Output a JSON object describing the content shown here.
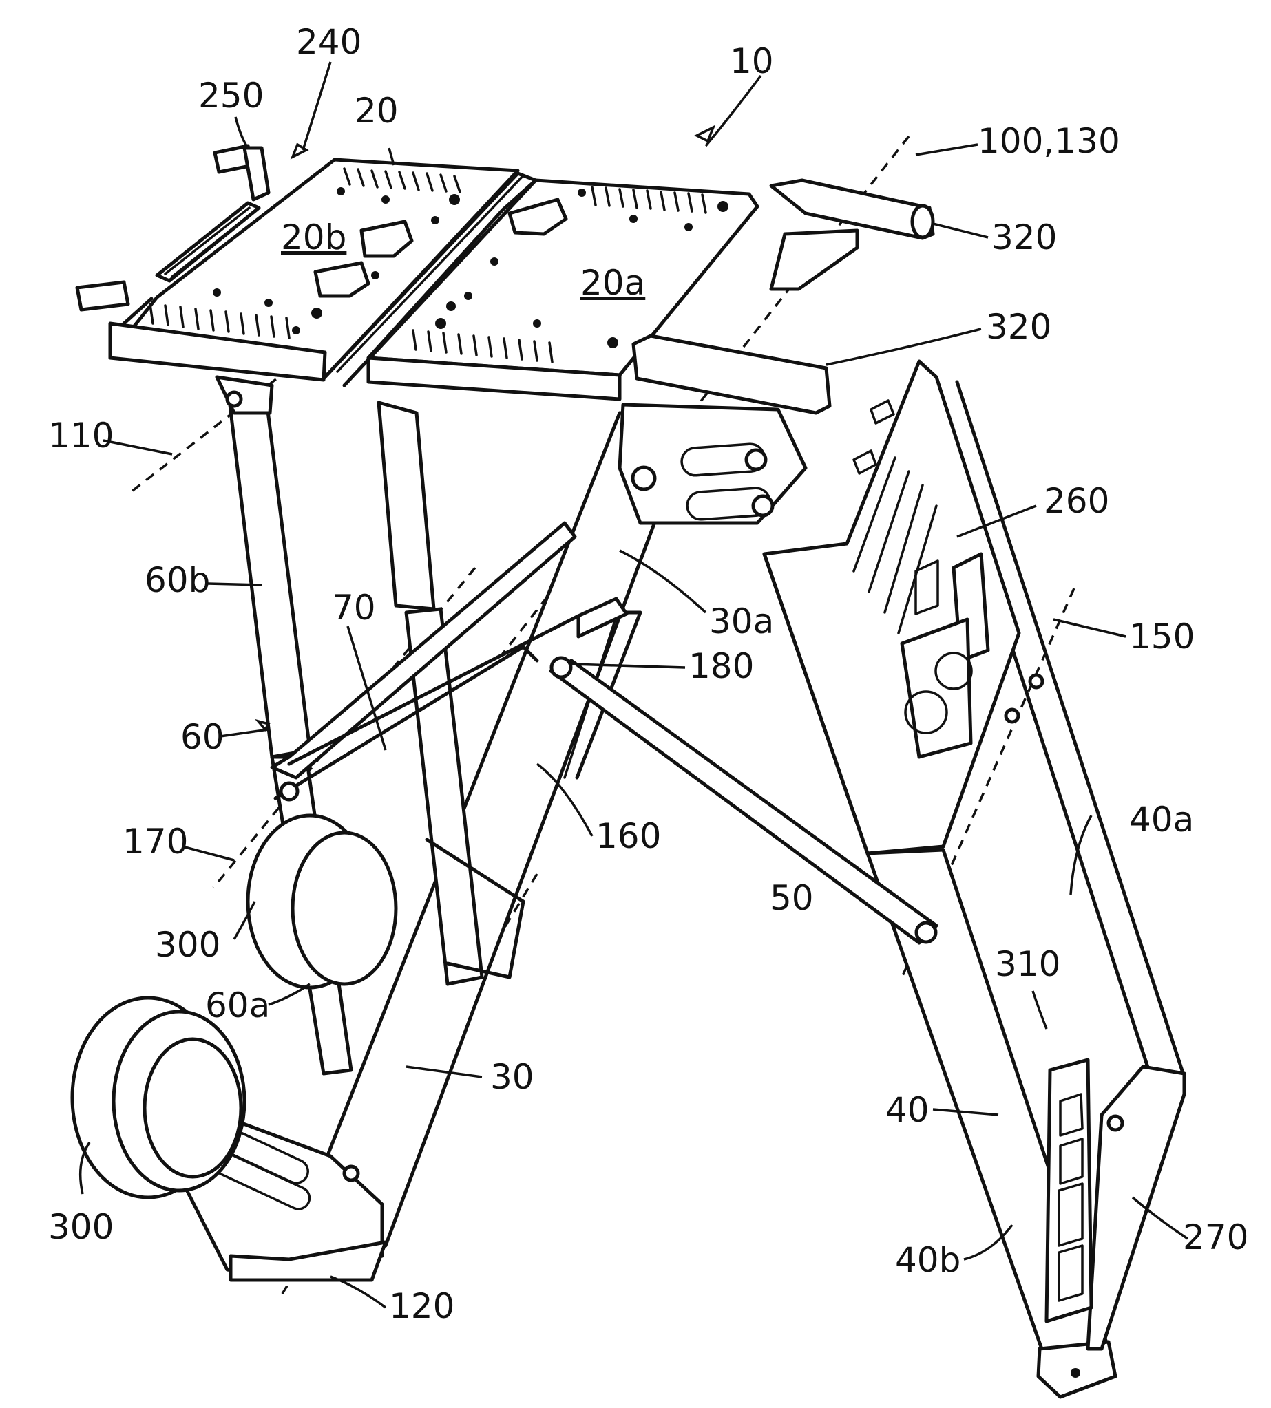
{
  "labels": {
    "l10": "10",
    "l20": "20",
    "l20a": "20a",
    "l20b": "20b",
    "l240": "240",
    "l250": "250",
    "l100_130": "100,130",
    "l320_top": "320",
    "l320_mid": "320",
    "l110": "110",
    "l260": "260",
    "l60b": "60b",
    "l70": "70",
    "l30a": "30a",
    "l180": "180",
    "l150": "150",
    "l60": "60",
    "l160": "160",
    "l170": "170",
    "l40a": "40a",
    "l50": "50",
    "l300_mid": "300",
    "l310": "310",
    "l60a": "60a",
    "l30": "30",
    "l40": "40",
    "l300_low": "300",
    "l270": "270",
    "l40b": "40b",
    "l120": "120"
  }
}
